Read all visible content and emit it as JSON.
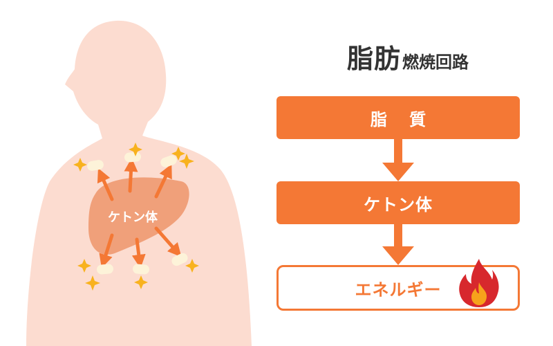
{
  "title": {
    "main": "脂肪",
    "sub": "燃焼回路"
  },
  "flow": [
    {
      "label": "脂 質"
    },
    {
      "label": "ケトン体"
    },
    {
      "label": "エネルギー"
    }
  ],
  "illustration": {
    "organ_label": "ケトン体"
  },
  "icons": {
    "flame": "fire-icon",
    "sparkle": "sparkle-icon"
  },
  "colors": {
    "accent": "#f47835",
    "skin": "#fcdcd0",
    "organ": "#f0a07a",
    "spark": "#f8b21e",
    "flame_outer": "#d7282d",
    "flame_inner": "#f7a21b"
  }
}
